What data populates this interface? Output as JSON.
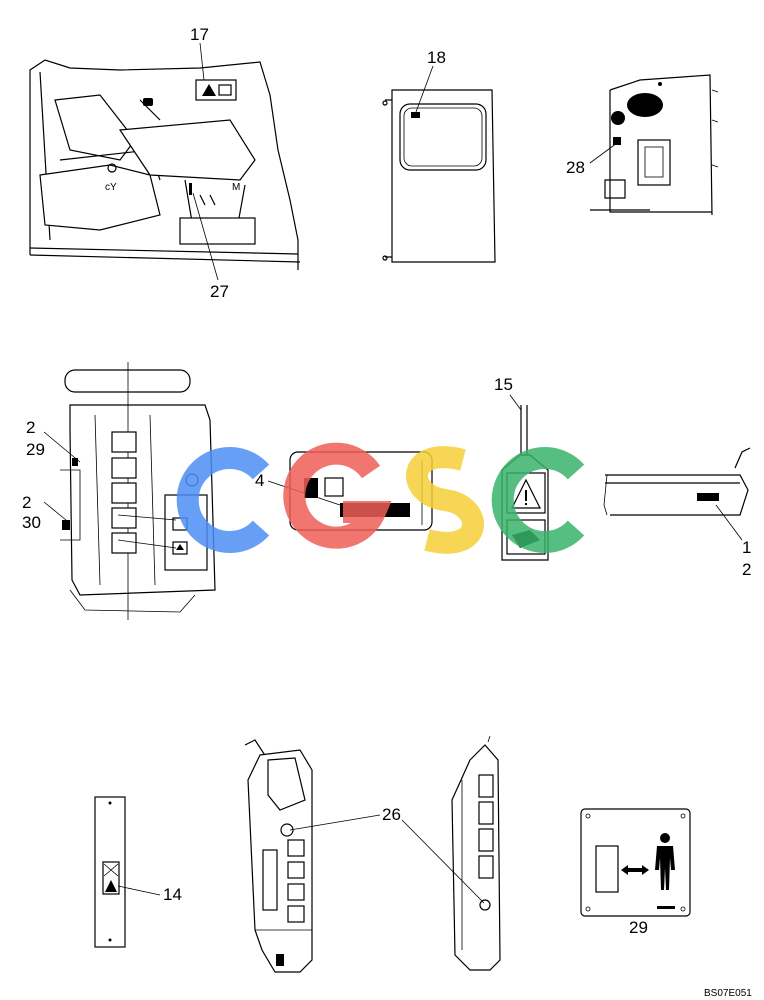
{
  "callouts": {
    "c17": "17",
    "c18": "18",
    "c27": "27",
    "c28": "28",
    "c2a": "2",
    "c29a": "29",
    "c2b": "2",
    "c30": "30",
    "c4": "4",
    "c15": "15",
    "c1": "1",
    "c2c": "2",
    "c26": "26",
    "c14": "14",
    "c29b": "29"
  },
  "watermark": {
    "letters": [
      "C",
      "G",
      "S",
      "C"
    ],
    "colors": [
      "#4d8ef5",
      "#ee5f56",
      "#f7d038",
      "#39b36b"
    ]
  },
  "reference_code": "BS07E051"
}
